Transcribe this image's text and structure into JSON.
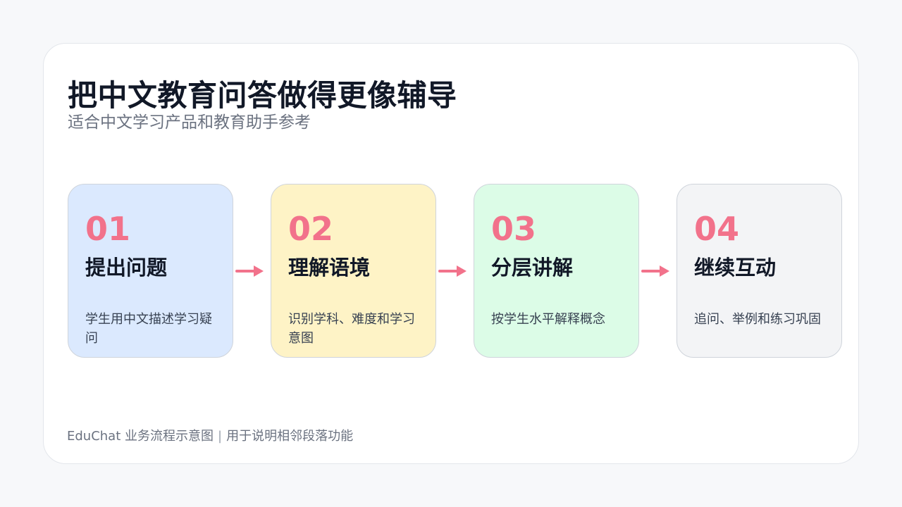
{
  "title": "把中文教育问答做得更像辅导",
  "subtitle": "适合中文学习产品和教育助手参考",
  "steps": [
    {
      "num": "01",
      "title": "提出问题",
      "desc": "学生用中文描述学习疑问"
    },
    {
      "num": "02",
      "title": "理解语境",
      "desc": "识别学科、难度和学习意图"
    },
    {
      "num": "03",
      "title": "分层讲解",
      "desc": "按学生水平解释概念"
    },
    {
      "num": "04",
      "title": "继续互动",
      "desc": "追问、举例和练习巩固"
    }
  ],
  "footer": {
    "left": "EduChat 业务流程示意图",
    "separator": "|",
    "right": "用于说明相邻段落功能"
  },
  "colors": {
    "accent": "#f2728b",
    "step1_bg": "#dbe9fe",
    "step2_bg": "#fef3c6",
    "step3_bg": "#dcfce7",
    "step4_bg": "#f3f4f6",
    "title": "#111827",
    "muted": "#6b7280"
  }
}
